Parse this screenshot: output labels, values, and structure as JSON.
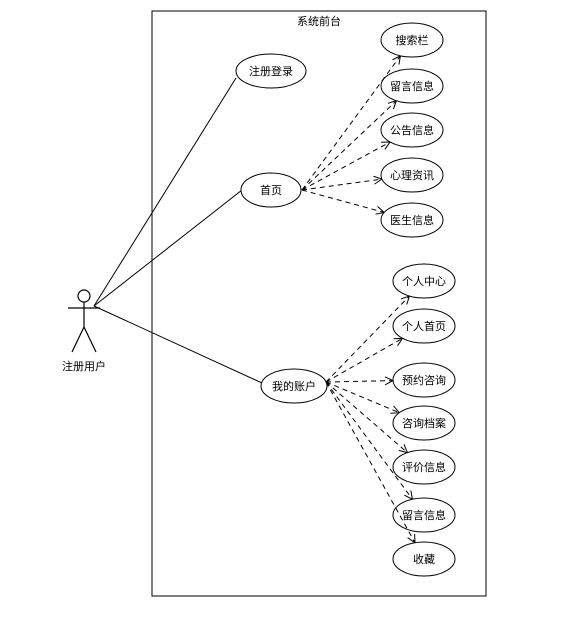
{
  "system": {
    "title": "系统前台"
  },
  "actor": {
    "label": "注册用户"
  },
  "use_cases": {
    "register_login": "注册登录",
    "home": "首页",
    "my_account": "我的账户"
  },
  "home_extensions": [
    "搜索栏",
    "留言信息",
    "公告信息",
    "心理资讯",
    "医生信息"
  ],
  "account_extensions": [
    "个人中心",
    "个人首页",
    "预约咨询",
    "咨询档案",
    "评价信息",
    "留言信息",
    "收藏"
  ]
}
